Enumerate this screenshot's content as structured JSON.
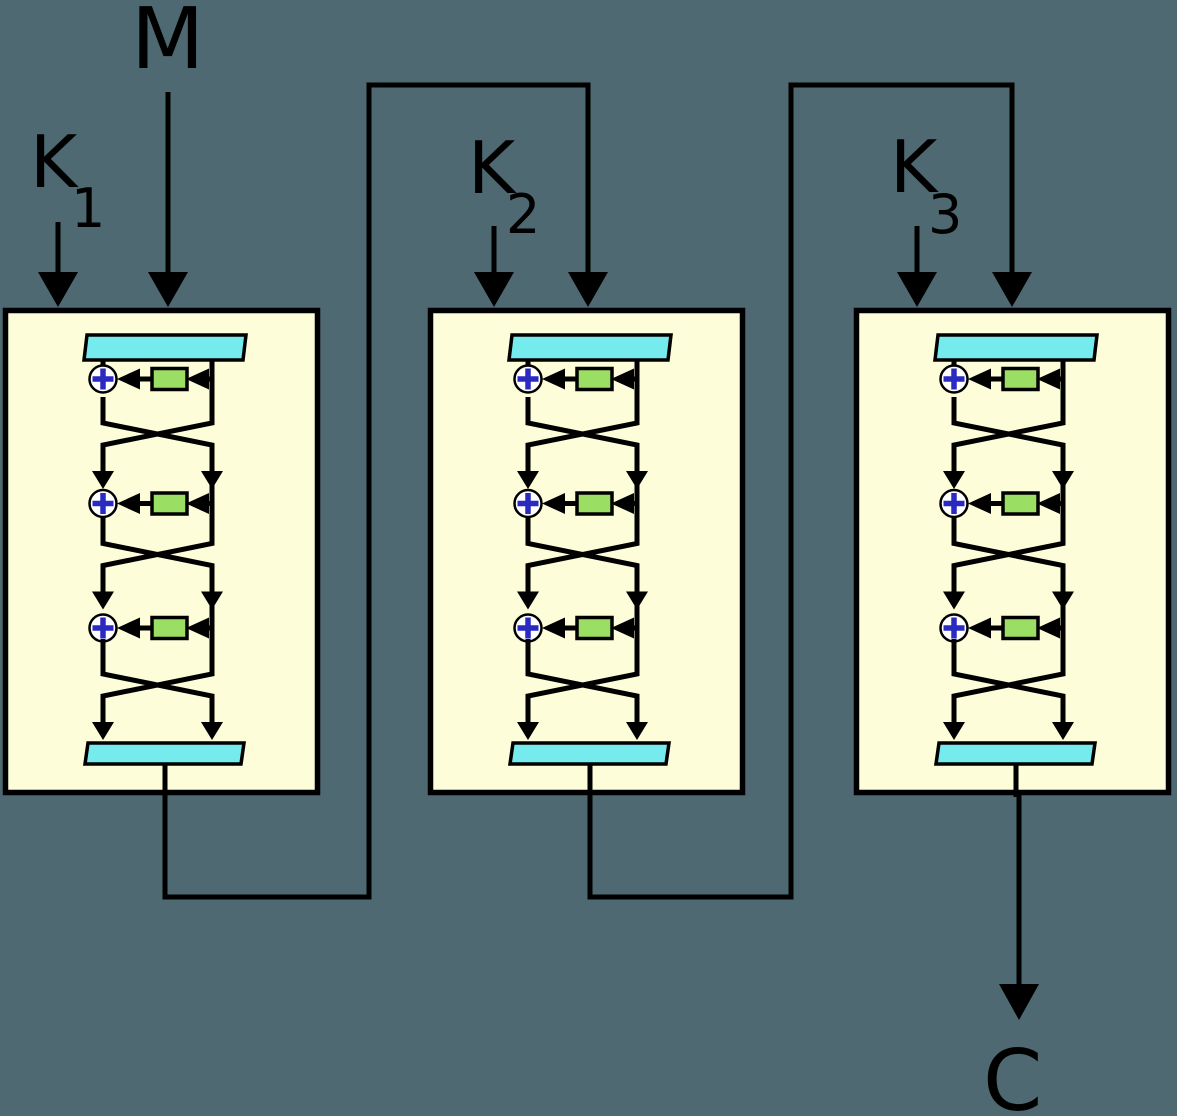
{
  "diagram": {
    "kind": "triple-encryption-cascade",
    "labels": {
      "message": "M",
      "ciphertext": "C",
      "key1": {
        "base": "K",
        "sub": "1"
      },
      "key2": {
        "base": "K",
        "sub": "2"
      },
      "key3": {
        "base": "K",
        "sub": "3"
      }
    },
    "blocks": [
      {
        "name": "cipher-block-1",
        "rounds": 3
      },
      {
        "name": "cipher-block-2",
        "rounds": 3
      },
      {
        "name": "cipher-block-3",
        "rounds": 3
      }
    ],
    "colors": {
      "background": "#4e6971",
      "block_fill": "#fdfdd9",
      "bar_fill": "#76ebee",
      "f_box_fill": "#9ade63",
      "xor_fill": "#ffffff",
      "xor_cross": "#2a2ac0",
      "line": "#000000"
    }
  }
}
